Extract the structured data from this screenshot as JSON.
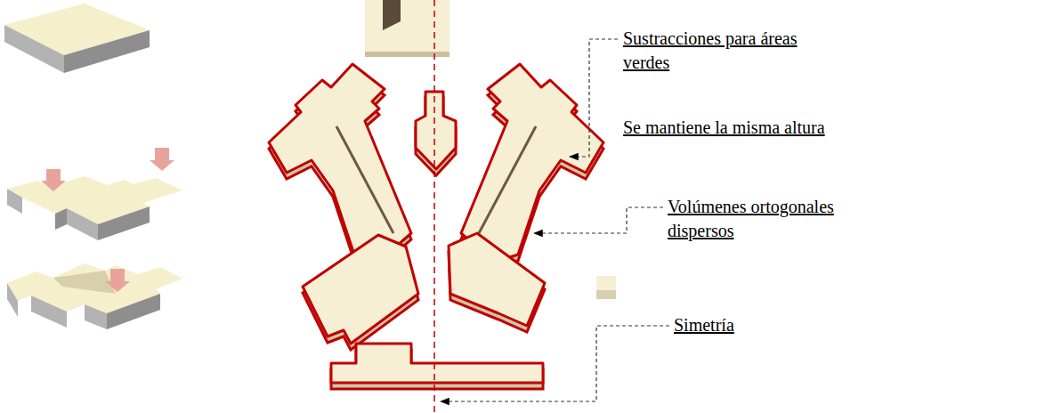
{
  "diagram": {
    "labels": [
      "Sustracciones para áreas verdes",
      "Se mantiene la misma altura",
      "Volúmenes ortogonales dispersos",
      "Simetría"
    ]
  }
}
